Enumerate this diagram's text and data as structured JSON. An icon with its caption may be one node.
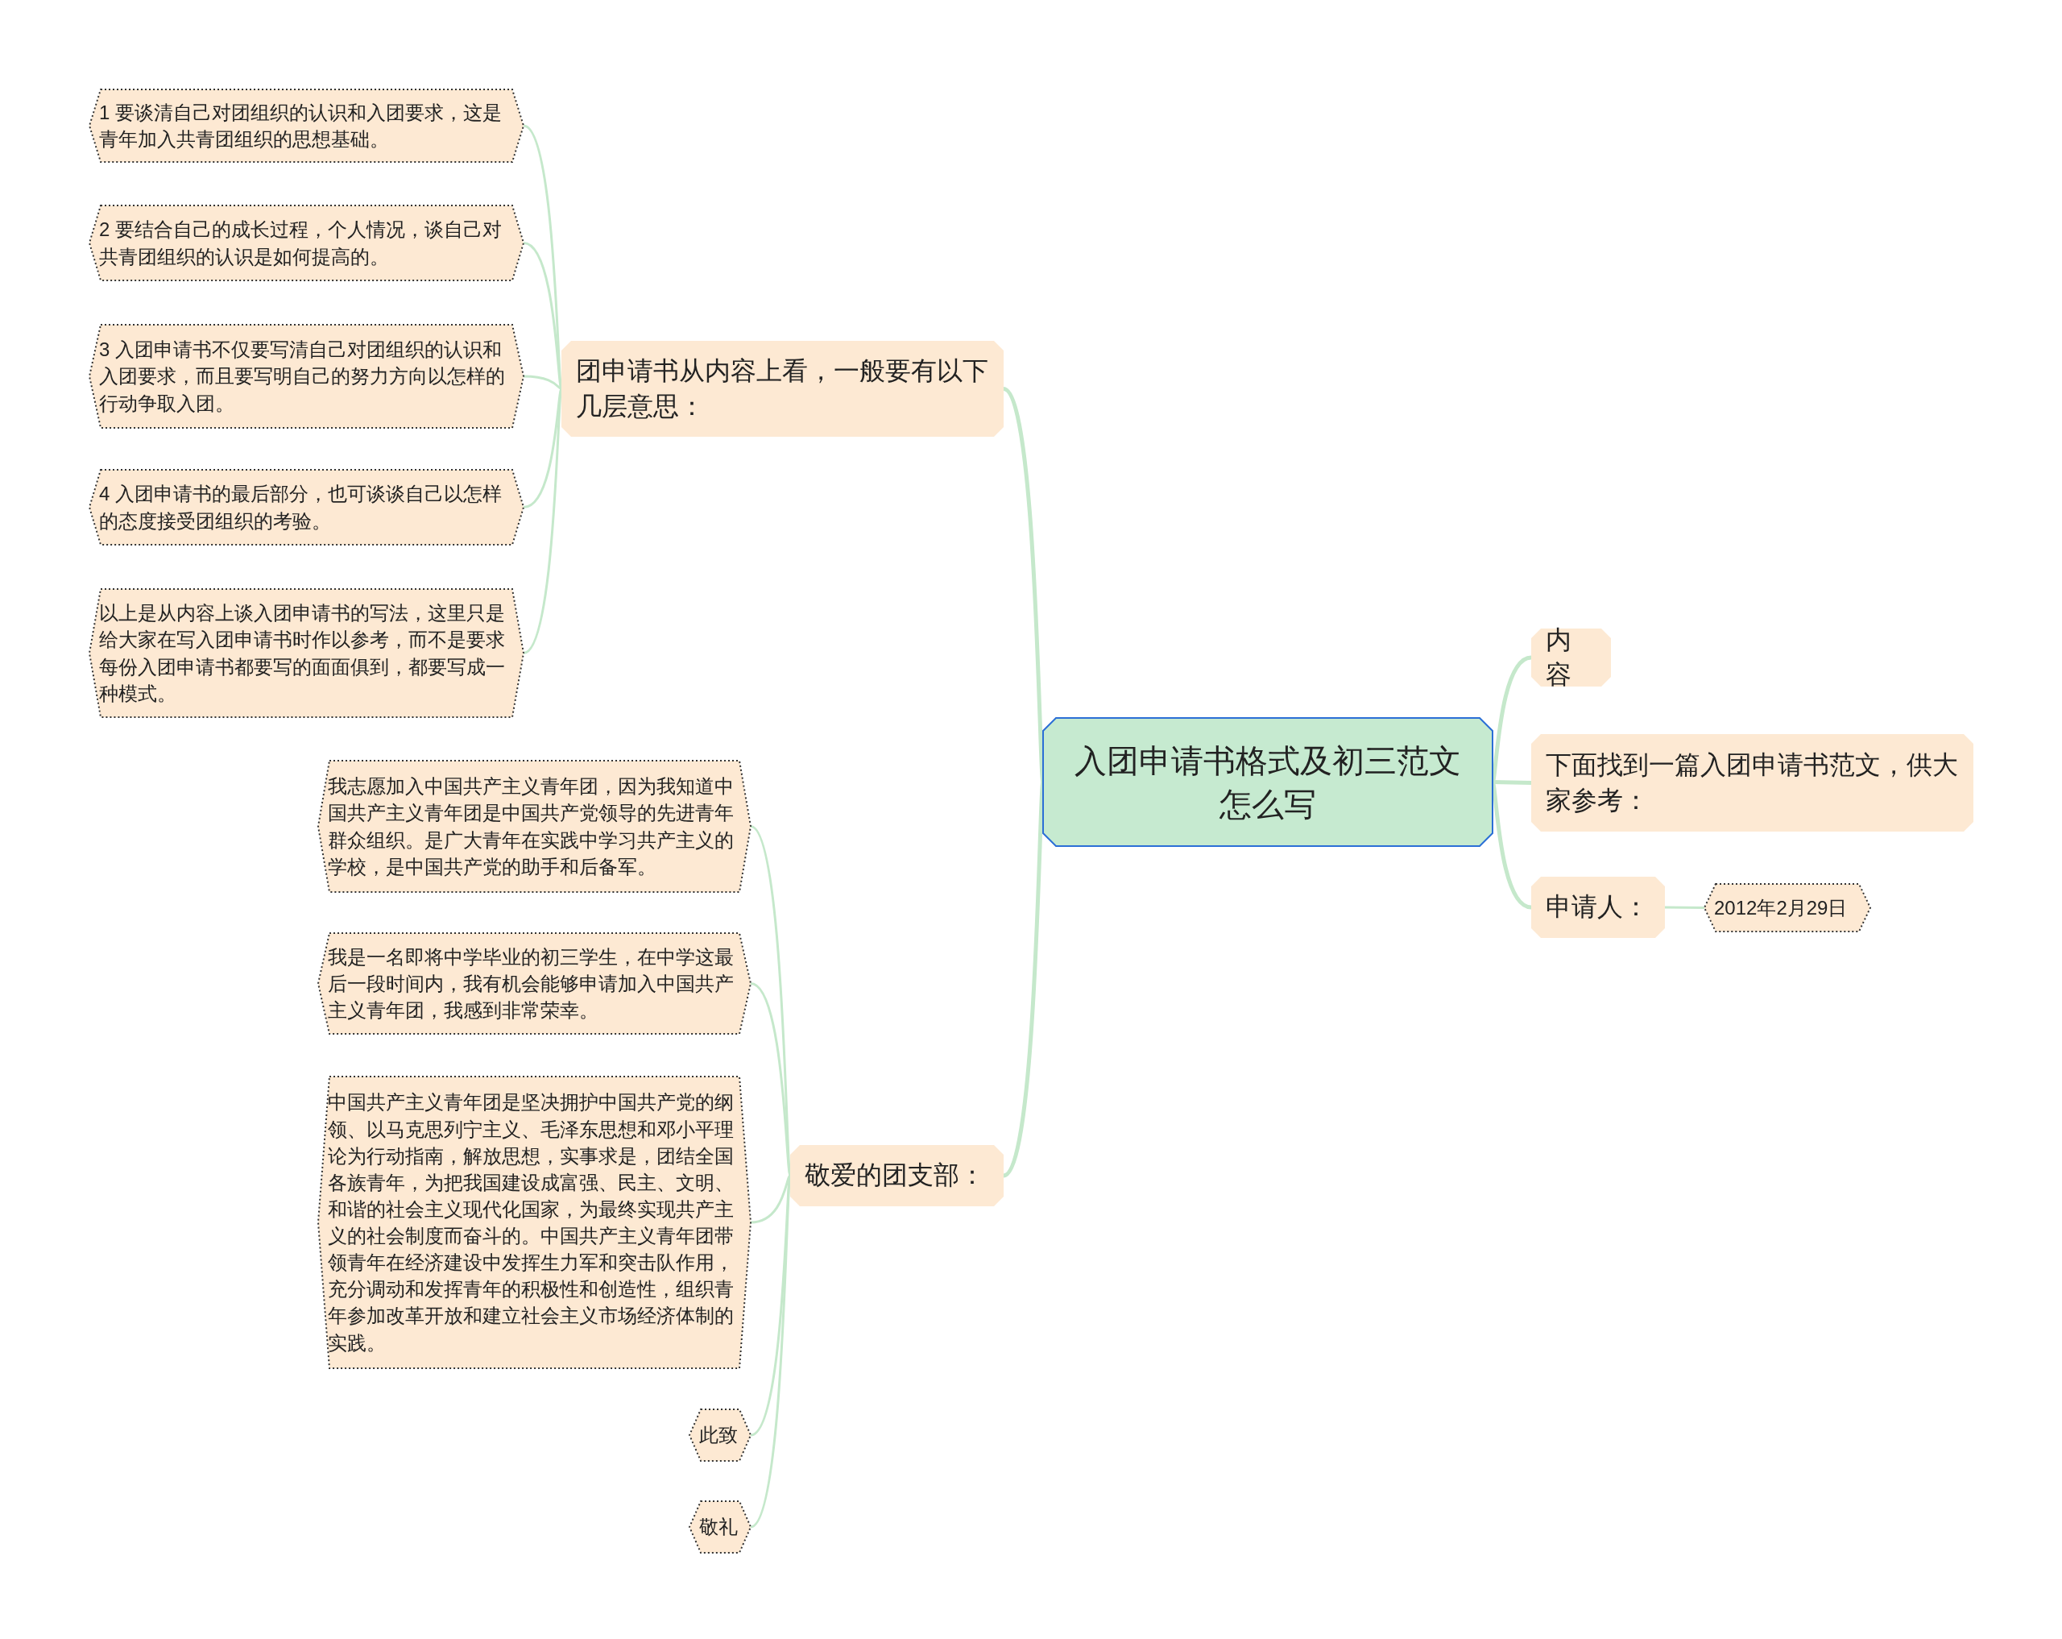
{
  "diagram": {
    "nodes": [
      {
        "text": [
          "入团申请书格式及初三范文怎么写"
        ]
      },
      {
        "text": [
          "团申请书从内容上看，一般要有以下几层意思："
        ]
      },
      {
        "text": [
          "1 要谈清自己对团组织的认识和入团要求，这是青年加入共青团组织的思想基础。"
        ]
      },
      {
        "text": [
          "2 要结合自己的成长过程，个人情况，谈自己对共青团组织的认识是如何提高的。"
        ]
      },
      {
        "text": [
          "3 入团申请书不仅要写清自己对团组织的认识和入团要求，而且要写明自己的努力方向以怎样的行动争取入团。"
        ]
      },
      {
        "text": [
          "4 入团申请书的最后部分，也可谈谈自己以怎样的态度接受团组织的考验。"
        ]
      },
      {
        "text": [
          "以上是从内容上谈入团申请书的写法，这里只是给大家在写入团申请书时作以参考，而不是要求每份入团申请书都要写的面面俱到，都要写成一种模式。"
        ]
      },
      {
        "text": [
          "敬爱的团支部："
        ]
      },
      {
        "text": [
          "我志愿加入中国共产主义青年团，因为我知道中国共产主义青年团是中国共产党领导的先进青年群众组织。是广大青年在实践中学习共产主义的学校，是中国共产党的助手和后备军。"
        ]
      },
      {
        "text": [
          "我是一名即将中学毕业的初三学生，在中学这最后一段时间内，我有机会能够申请加入中国共产主义青年团，我感到非常荣幸。"
        ]
      },
      {
        "text": [
          "中国共产主义青年团是坚决拥护中国共产党的纲领、以马克思列宁主义、毛泽东思想和邓小平理论为行动指南，解放思想，实事求是，团结全国各族青年，为把我国建设成富强、民主、文明、和谐的社会主义现代化国家，为最终实现共产主义的社会制度而奋斗的。中国共产主义青年团带领青年在经济建设中发挥生力军和突击队作用，充分调动和发挥青年的积极性和创造性，组织青年参加改革开放和建立社会主义市场经济体制的实践。"
        ]
      },
      {
        "text": [
          "此致"
        ]
      },
      {
        "text": [
          "敬礼"
        ]
      },
      {
        "text": [
          "内容"
        ]
      },
      {
        "text": [
          "下面找到一篇入团申请书范文，供大家参考："
        ]
      },
      {
        "text": [
          "申请人："
        ]
      },
      {
        "text": [
          "2012年2月29日"
        ]
      }
    ],
    "edges": [
      {
        "from": 0,
        "to": 1,
        "arrow": "none"
      },
      {
        "from": 1,
        "to": 2,
        "arrow": "none"
      },
      {
        "from": 1,
        "to": 3,
        "arrow": "none"
      },
      {
        "from": 1,
        "to": 4,
        "arrow": "none"
      },
      {
        "from": 1,
        "to": 5,
        "arrow": "none"
      },
      {
        "from": 1,
        "to": 6,
        "arrow": "none"
      },
      {
        "from": 0,
        "to": 7,
        "arrow": "none"
      },
      {
        "from": 7,
        "to": 8,
        "arrow": "none"
      },
      {
        "from": 7,
        "to": 9,
        "arrow": "none"
      },
      {
        "from": 7,
        "to": 10,
        "arrow": "none"
      },
      {
        "from": 7,
        "to": 11,
        "arrow": "none"
      },
      {
        "from": 7,
        "to": 12,
        "arrow": "none"
      },
      {
        "from": 0,
        "to": 13,
        "arrow": "none"
      },
      {
        "from": 0,
        "to": 14,
        "arrow": "none"
      },
      {
        "from": 0,
        "to": 15,
        "arrow": "none"
      },
      {
        "from": 15,
        "to": 16,
        "arrow": "none"
      }
    ]
  }
}
